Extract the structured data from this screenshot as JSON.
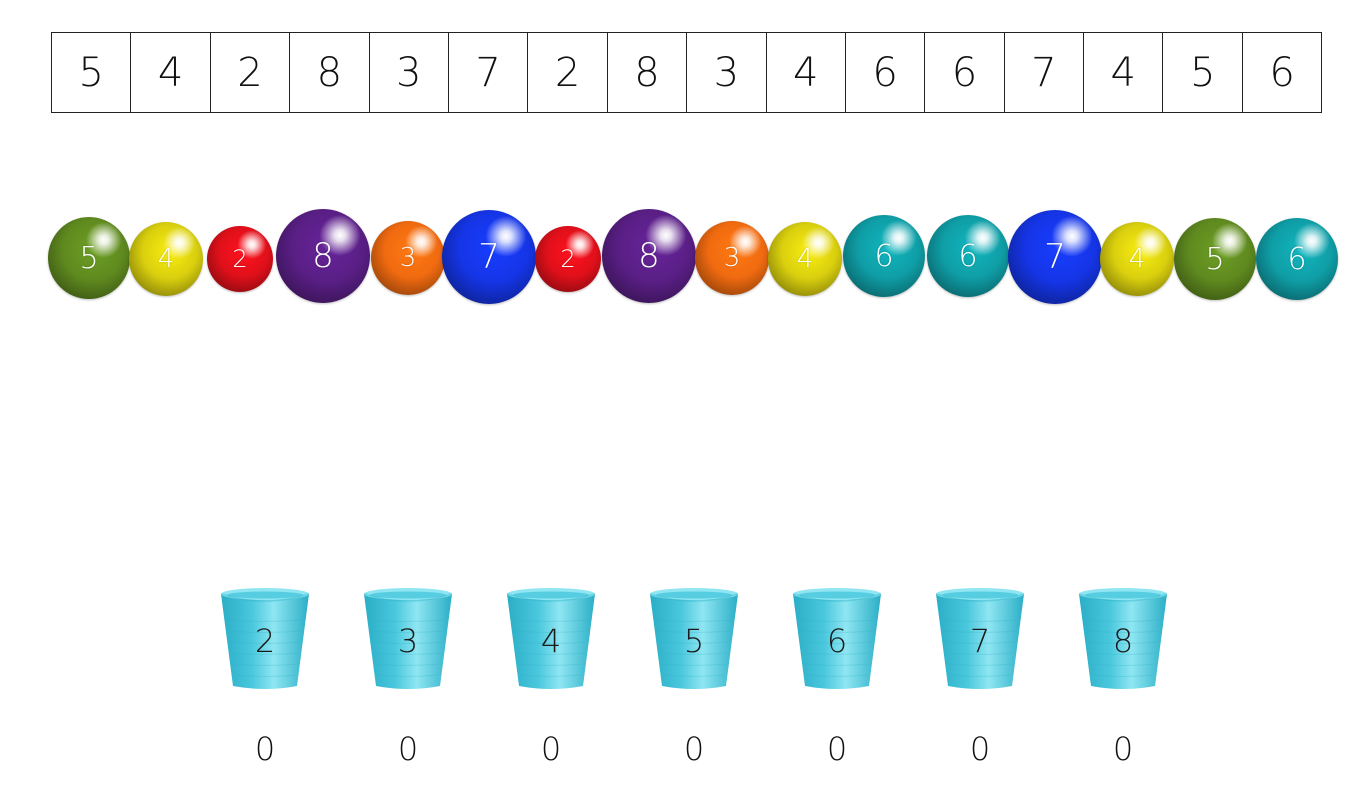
{
  "array": [
    "5",
    "4",
    "2",
    "8",
    "3",
    "7",
    "2",
    "8",
    "3",
    "4",
    "6",
    "6",
    "7",
    "4",
    "5",
    "6"
  ],
  "balls": [
    {
      "label": "5",
      "color": "#5f8a1f",
      "size": "medium"
    },
    {
      "label": "4",
      "color": "#d9cf0e",
      "size": "small"
    },
    {
      "label": "2",
      "color": "#e0101a",
      "size": "xsmall"
    },
    {
      "label": "8",
      "color": "#5a1f86",
      "size": "large"
    },
    {
      "label": "3",
      "color": "#f06a10",
      "size": "small"
    },
    {
      "label": "7",
      "color": "#1535e6",
      "size": "large"
    },
    {
      "label": "2",
      "color": "#e0101a",
      "size": "xsmall"
    },
    {
      "label": "8",
      "color": "#5a1f86",
      "size": "large"
    },
    {
      "label": "3",
      "color": "#f06a10",
      "size": "small"
    },
    {
      "label": "4",
      "color": "#d9cf0e",
      "size": "small"
    },
    {
      "label": "6",
      "color": "#0f9ea6",
      "size": "medium"
    },
    {
      "label": "6",
      "color": "#0f9ea6",
      "size": "medium"
    },
    {
      "label": "7",
      "color": "#1535e6",
      "size": "large"
    },
    {
      "label": "4",
      "color": "#d9cf0e",
      "size": "small"
    },
    {
      "label": "5",
      "color": "#5f8a1f",
      "size": "medium"
    },
    {
      "label": "6",
      "color": "#0f9ea6",
      "size": "medium"
    }
  ],
  "cups": [
    {
      "label": "2",
      "count": "0"
    },
    {
      "label": "3",
      "count": "0"
    },
    {
      "label": "4",
      "count": "0"
    },
    {
      "label": "5",
      "count": "0"
    },
    {
      "label": "6",
      "count": "0"
    },
    {
      "label": "7",
      "count": "0"
    },
    {
      "label": "8",
      "count": "0"
    }
  ],
  "colors": {
    "cup": "#49c7dd",
    "cup_dark": "#2aaec6",
    "cup_light": "#8fe6f2"
  }
}
